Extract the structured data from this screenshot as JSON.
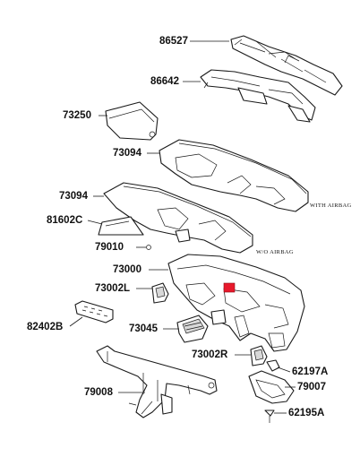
{
  "labels": {
    "p86527": "86527",
    "p86642": "86642",
    "p73250": "73250",
    "p73094a": "73094",
    "p73094b": "73094",
    "p81602c": "81602C",
    "p79010": "79010",
    "p73000": "73000",
    "p73002l": "73002L",
    "p82402b": "82402B",
    "p73045": "73045",
    "p73002r": "73002R",
    "p62197a": "62197A",
    "p79008": "79008",
    "p79007": "79007",
    "p62195a": "62195A"
  },
  "notes": {
    "with_airbag": "WITH AIRBAG",
    "wo_airbag": "W/O AIRBAG"
  },
  "colors": {
    "highlight": "#e8192c",
    "line": "#1a1a1a"
  }
}
